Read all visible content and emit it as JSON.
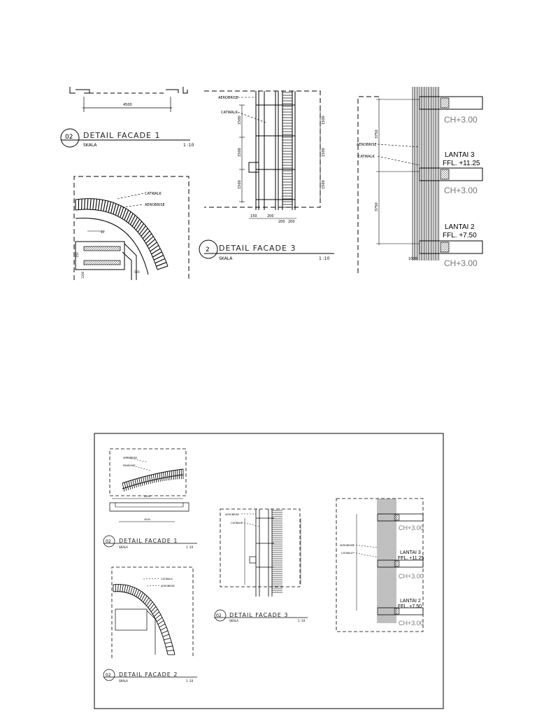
{
  "top_sheet": {
    "detail1": {
      "number": "02",
      "title": "DETAIL FACADE 1",
      "skala": "SKALA",
      "scale": "1 :10",
      "dim": "4500"
    },
    "detail2": {
      "labels": [
        "CATWALK",
        "AEROBRISE"
      ],
      "dims": [
        "40",
        "150",
        "1200",
        "520"
      ]
    },
    "detail3": {
      "number": "2",
      "title": "DETAIL FACADE 3",
      "skala": "SKALA",
      "scale": "1 :10",
      "labels": [
        "AEROBRISE",
        "CATWALK"
      ],
      "dims_left": [
        "1500",
        "1500",
        "1500"
      ],
      "dims_right": [
        "1500",
        "1500",
        "1500"
      ],
      "dims_bottom": [
        "150",
        "200",
        "200",
        "200"
      ]
    },
    "section": {
      "labels": [
        "AEROBRISE",
        "CATWALK"
      ],
      "dims": [
        "3750",
        "3750",
        "1000"
      ],
      "levels": [
        {
          "ch": "CH+3.00",
          "lantai": "LANTAI 3",
          "ffl": "FFL. +11.25"
        },
        {
          "ch": "CH+3.00",
          "lantai": "LANTAI 2",
          "ffl": "FFL. +7.50"
        },
        {
          "ch": "CH+3.00"
        }
      ]
    }
  },
  "bottom_sheet": {
    "detail1": {
      "number": "02",
      "title": "DETAIL FACADE 1",
      "skala": "SKALA",
      "scale": "1 :10",
      "labels": [
        "AEROBRISE",
        "PANEL KIT"
      ],
      "dims": [
        "4500",
        "4500"
      ]
    },
    "detail2": {
      "number": "02",
      "title": "DETAIL FACADE 2",
      "skala": "SKALA",
      "scale": "1 :10",
      "labels": [
        "CATWALK",
        "AEROBRISE"
      ]
    },
    "detail3": {
      "number": "02",
      "title": "DETAIL FACADE 3",
      "skala": "SKALA",
      "scale": "1 :10",
      "labels": [
        "AEROBRISE",
        "CATWALK"
      ]
    },
    "section": {
      "labels": [
        "AEROBRISE",
        "CATWALK"
      ],
      "levels": [
        {
          "ch": "CH+3.00",
          "lantai": "LANTAI 3",
          "ffl": "FFL. +11.25"
        },
        {
          "ch": "CH+3.00",
          "lantai": "LANTAI 2",
          "ffl": "FFL. +7.50"
        },
        {
          "ch": "CH+3.00"
        }
      ]
    }
  }
}
